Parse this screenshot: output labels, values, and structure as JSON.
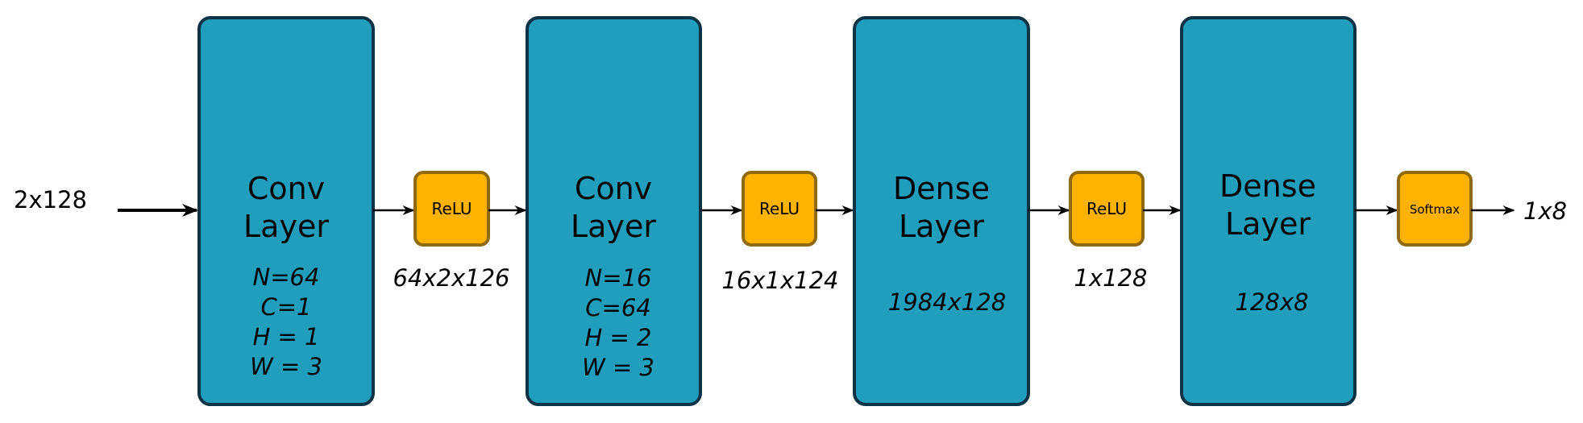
{
  "diagram": {
    "input": {
      "label": "2x128"
    },
    "output": {
      "label": "1x8"
    },
    "layers": [
      {
        "title": [
          "Conv",
          "Layer"
        ],
        "params": [
          "N=64",
          "C=1",
          "H = 1",
          "W = 3"
        ]
      },
      {
        "title": [
          "Conv",
          "Layer"
        ],
        "params": [
          "N=16",
          "C=64",
          "H = 2",
          "W = 3"
        ]
      },
      {
        "title": [
          "Dense",
          "Layer"
        ],
        "params": [
          "1984x128"
        ]
      },
      {
        "title": [
          "Dense",
          "Layer"
        ],
        "params": [
          "128x8"
        ]
      }
    ],
    "activations": [
      {
        "label": "ReLU",
        "shape": "64x2x126"
      },
      {
        "label": "ReLU",
        "shape": "16x1x124"
      },
      {
        "label": "ReLU",
        "shape": "1x128"
      },
      {
        "label": "Softmax",
        "shape": ""
      }
    ],
    "colors": {
      "layer_fill": "#229EBD",
      "layer_stroke": "#0E3246",
      "activation_fill": "#FFB300",
      "activation_stroke": "#8F6A10",
      "arrow": "#000000"
    }
  }
}
